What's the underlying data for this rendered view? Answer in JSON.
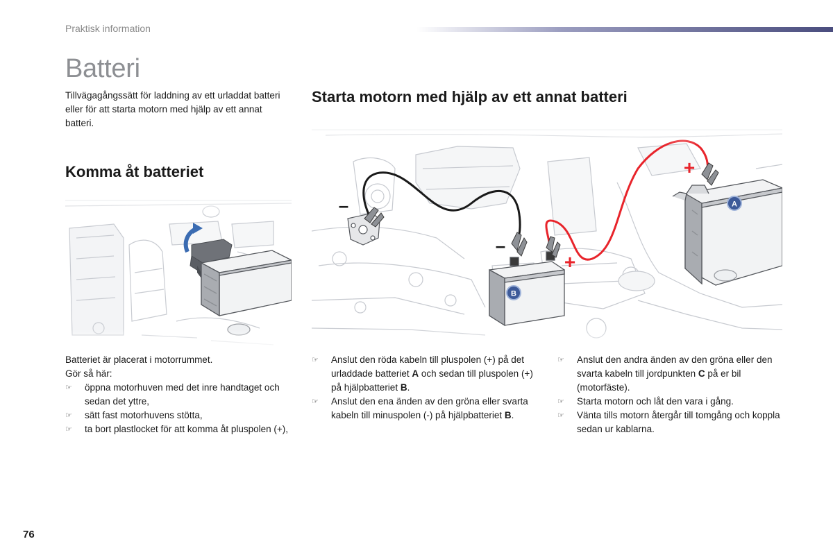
{
  "header": {
    "section": "Praktisk information"
  },
  "title": "Batteri",
  "intro": "Tillvägagångssätt för laddning av ett urladdat batteri eller för att starta motorn med hjälp av ett annat batteri.",
  "left": {
    "heading": "Komma åt batteriet",
    "lead_1": "Batteriet är placerat i motorrummet.",
    "lead_2": "Gör så här:",
    "steps": [
      "öppna motorhuven med det inre handtaget och sedan det yttre,",
      "sätt fast motorhuvens stötta,",
      "ta bort plastlocket för att komma åt pluspolen (+),"
    ]
  },
  "right": {
    "heading": "Starta motorn med hjälp av ett annat batteri",
    "col1": [
      {
        "pre": "Anslut den röda kabeln till pluspolen (+) på det urladdade batteriet ",
        "b1": "A",
        "mid": " och sedan till pluspolen (+) på hjälpbatteriet ",
        "b2": "B",
        "post": "."
      },
      {
        "pre": "Anslut den ena änden av den gröna eller svarta kabeln till minuspolen (-) på hjälpbatteriet ",
        "b1": "B",
        "mid": ".",
        "b2": "",
        "post": ""
      }
    ],
    "col2": [
      {
        "pre": "Anslut den andra änden av den gröna eller den svarta kabeln till jordpunkten ",
        "b1": "C",
        "mid": " på er bil (motorfäste).",
        "b2": "",
        "post": ""
      },
      {
        "pre": "Starta motorn och låt den vara i gång.",
        "b1": "",
        "mid": "",
        "b2": "",
        "post": ""
      },
      {
        "pre": "Vänta tills motorn återgår till tomgång och koppla sedan ur kablarna.",
        "b1": "",
        "mid": "",
        "b2": "",
        "post": ""
      }
    ]
  },
  "diagram": {
    "label_a": "A",
    "label_b": "B",
    "plus": "+",
    "minus": "–",
    "cable_red": "#e8242b",
    "cable_black": "#1a1a1a",
    "badge_color": "#3d5a99"
  },
  "bullet_glyph": "☞",
  "page_number": "76"
}
